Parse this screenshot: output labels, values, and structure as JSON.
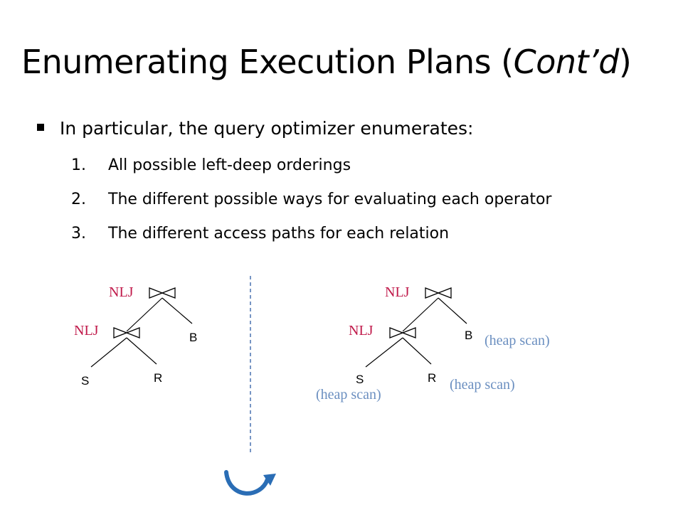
{
  "slide": {
    "title_main": "Enumerating Execution Plans (",
    "title_italic": "Cont’d",
    "title_end": ")",
    "bullet": "In particular, the query optimizer enumerates:",
    "items": [
      {
        "num": "1.",
        "text": "All possible left-deep orderings"
      },
      {
        "num": "2.",
        "text": "The different possible ways for evaluating each operator"
      },
      {
        "num": "3.",
        "text": "The different access paths for each relation"
      }
    ]
  },
  "left_plan": {
    "top_op": "NLJ",
    "inner_op": "NLJ",
    "rel_b": "B",
    "rel_s": "S",
    "rel_r": "R"
  },
  "right_plan": {
    "top_op": "NLJ",
    "inner_op": "NLJ",
    "rel_b": "B",
    "rel_s": "S",
    "rel_r": "R",
    "scan_b": "(heap scan)",
    "scan_s": "(heap scan)",
    "scan_r": "(heap scan)"
  },
  "colors": {
    "operator": "#c0194a",
    "access_path": "#6b8fc0",
    "divider": "#4a72b0",
    "arrow": "#2a6db5"
  }
}
